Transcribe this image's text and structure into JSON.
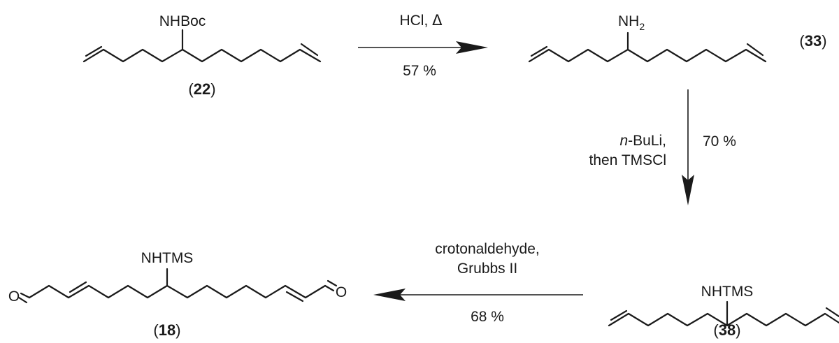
{
  "compounds": {
    "c22": {
      "substituent": "NHBoc",
      "id": "22"
    },
    "c33": {
      "substituent_base": "NH",
      "substituent_sub": "2",
      "id": "33"
    },
    "c38": {
      "substituent": "NHTMS",
      "id": "38"
    },
    "c18": {
      "substituent": "NHTMS",
      "id": "18",
      "terminal_left": "O",
      "terminal_right": "O"
    }
  },
  "reactions": {
    "step1": {
      "reagent_text": "HCl, ",
      "reagent_symbol": "Δ",
      "yield": "57 %"
    },
    "step2": {
      "reagent_prefix": "n",
      "reagent_line1": "-BuLi,",
      "reagent_line2": "then TMSCl",
      "yield": "70 %"
    },
    "step3": {
      "reagent_line1": "crotonaldehyde,",
      "reagent_line2": "Grubbs II",
      "yield": "68 %"
    }
  },
  "labels": {
    "open_paren": "(",
    "close_paren": ")"
  }
}
